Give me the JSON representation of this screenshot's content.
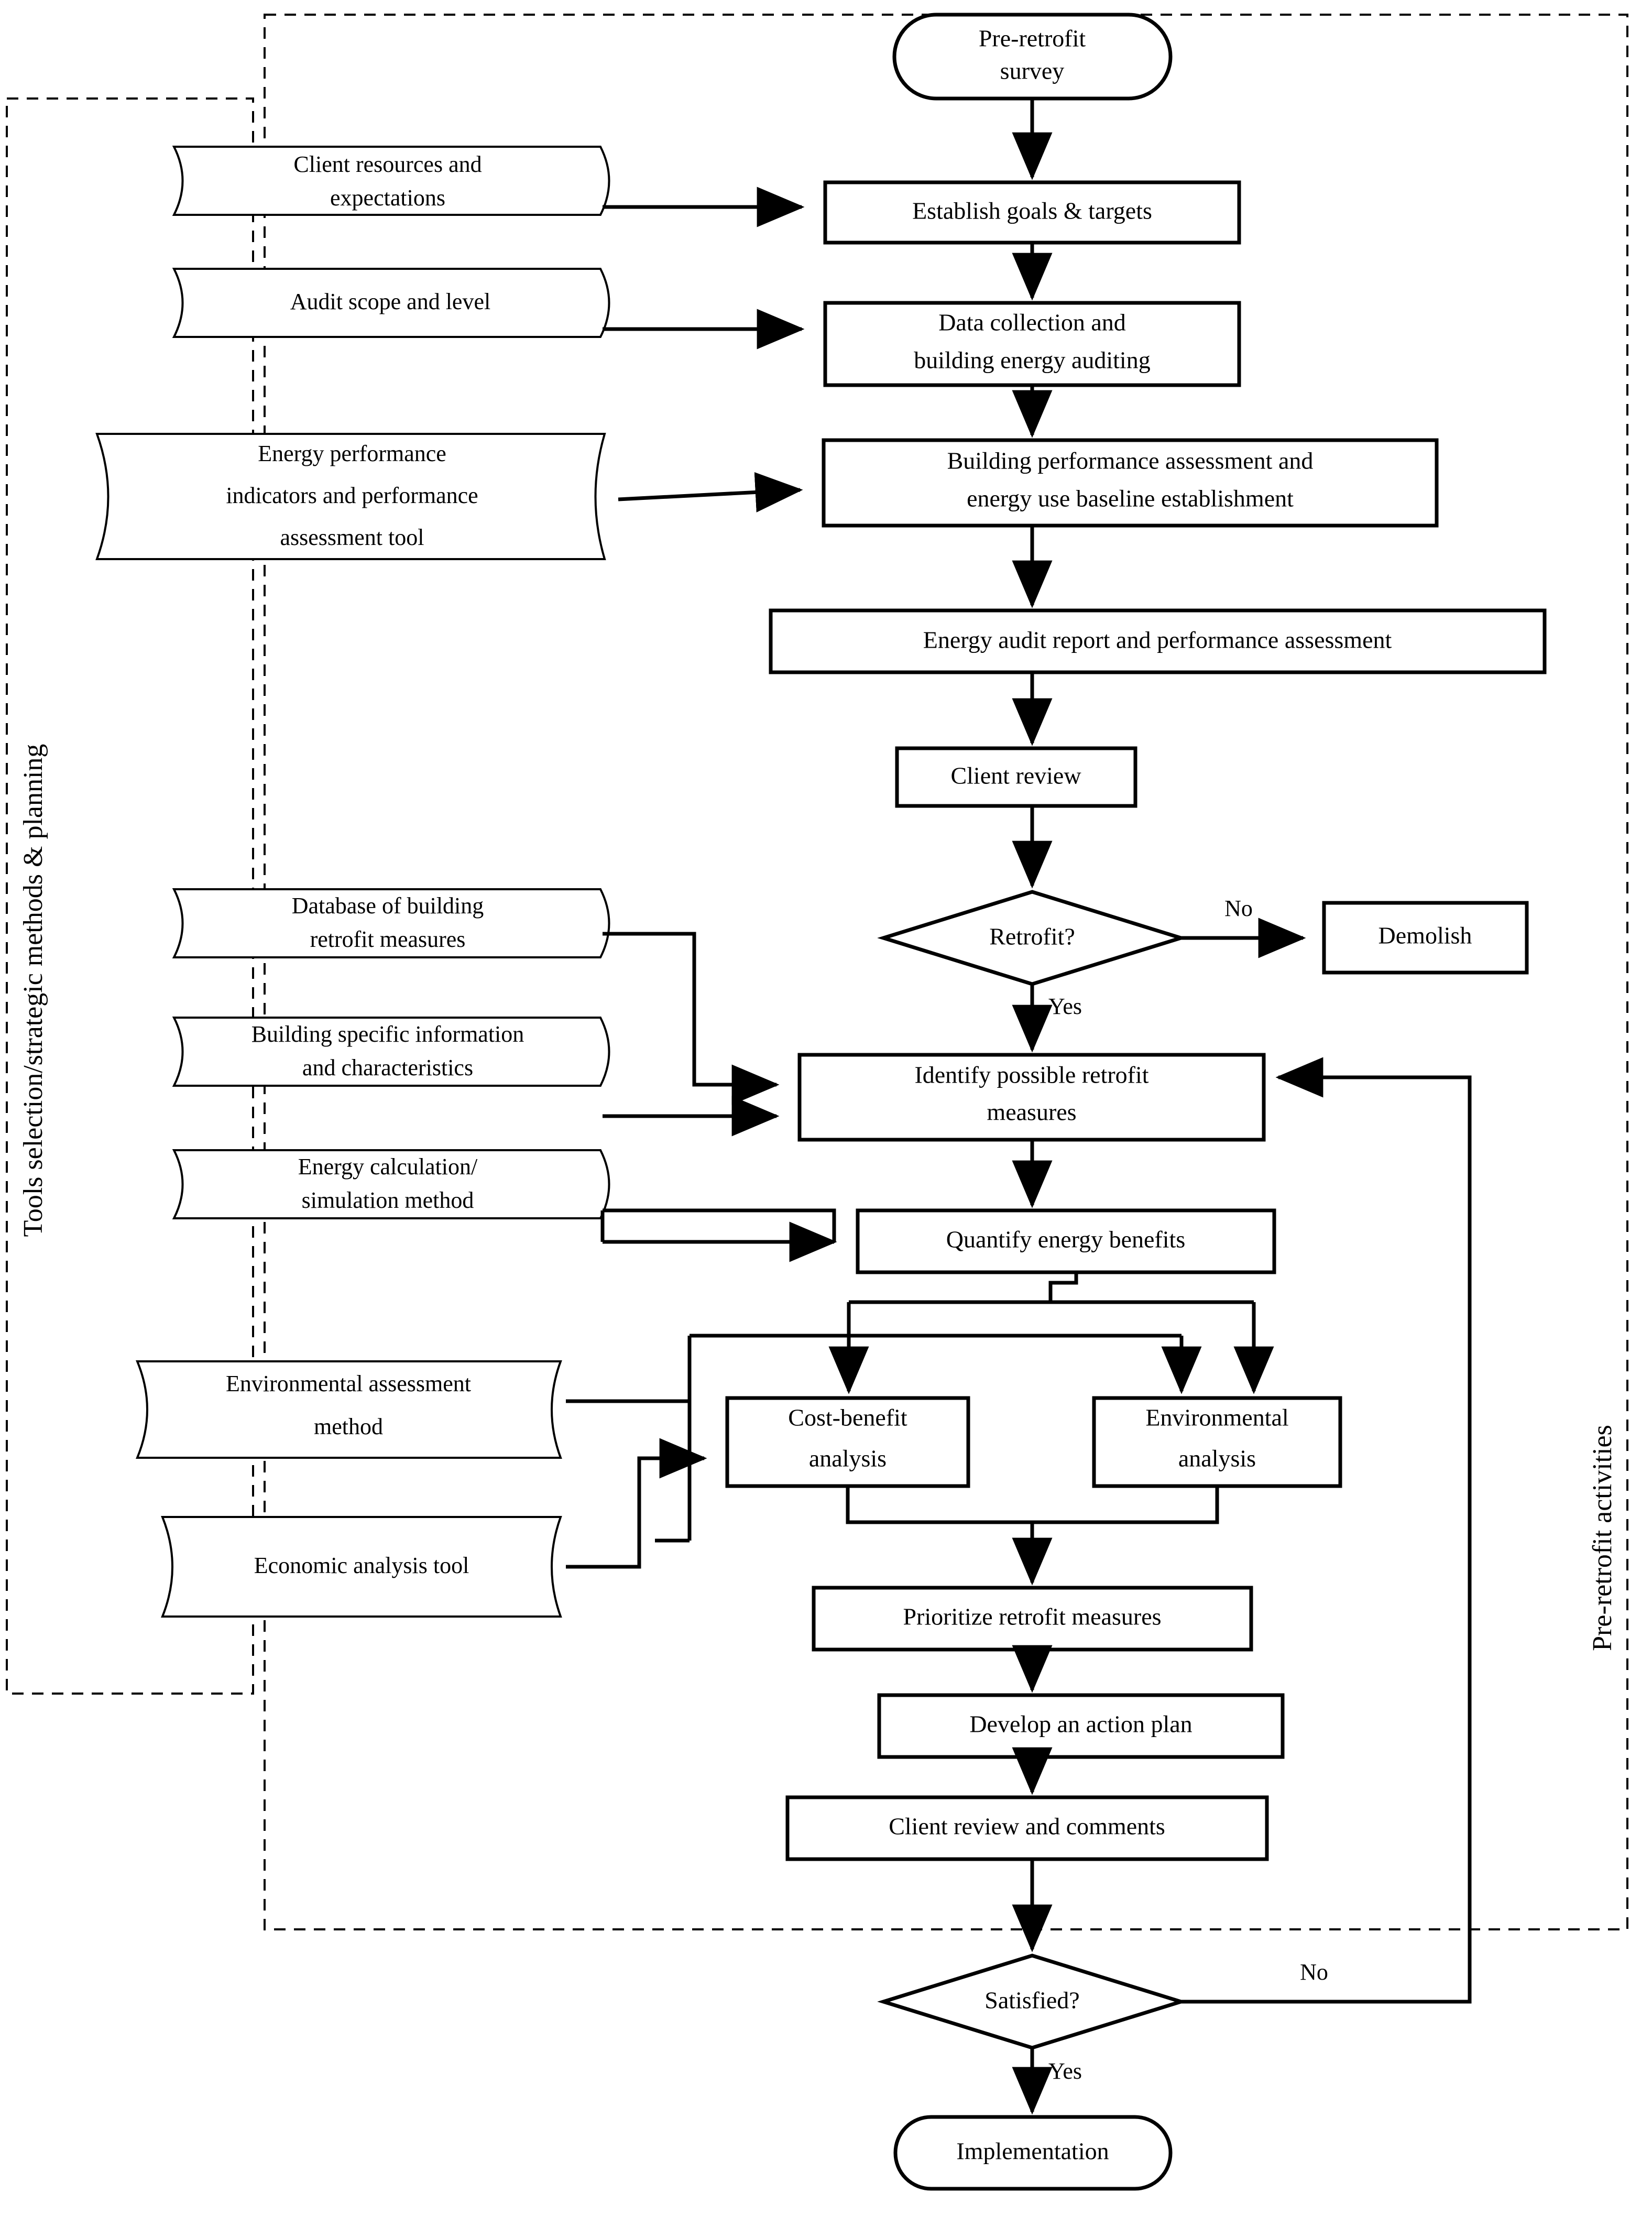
{
  "diagram": {
    "title": "Building retrofit pre-retrofit workflow flowchart",
    "group_labels": {
      "left": "Tools selection/strategic methods & planning",
      "right": "Pre-retrofit activities"
    },
    "terminators": [
      {
        "id": "pre-retrofit-survey",
        "label_line1": "Pre-retrofit",
        "label_line2": "survey"
      },
      {
        "id": "implementation",
        "label_line1": "Implementation",
        "label_line2": ""
      }
    ],
    "inputs": [
      {
        "id": "client-resources",
        "line1": "Client resources and",
        "line2": "expectations"
      },
      {
        "id": "audit-scope",
        "line1": "Audit scope and level",
        "line2": ""
      },
      {
        "id": "energy-performance-indicators",
        "line1": "Energy performance",
        "line2": "indicators and performance",
        "line3": "assessment tool"
      },
      {
        "id": "database-retrofit-measures",
        "line1": "Database of building",
        "line2": "retrofit measures"
      },
      {
        "id": "building-specific-info",
        "line1": "Building specific information",
        "line2": "and characteristics"
      },
      {
        "id": "energy-calculation",
        "line1": "Energy calculation/",
        "line2": "simulation method"
      },
      {
        "id": "environmental-assessment",
        "line1": "Environmental assessment",
        "line2": "method"
      },
      {
        "id": "economic-analysis-tool",
        "line1": "Economic analysis tool",
        "line2": ""
      }
    ],
    "processes": [
      {
        "id": "establish-goals",
        "line1": "Establish goals & targets",
        "line2": ""
      },
      {
        "id": "data-collection",
        "line1": "Data collection and",
        "line2": "building energy auditing"
      },
      {
        "id": "building-performance",
        "line1": "Building performance assessment and",
        "line2": "energy use baseline establishment"
      },
      {
        "id": "energy-audit-report",
        "line1": "Energy audit report and performance assessment",
        "line2": ""
      },
      {
        "id": "client-review",
        "line1": "Client review",
        "line2": ""
      },
      {
        "id": "demolish",
        "line1": "Demolish",
        "line2": ""
      },
      {
        "id": "identify-retrofit-measures",
        "line1": "Identify possible retrofit",
        "line2": "measures"
      },
      {
        "id": "quantify-energy-benefits",
        "line1": "Quantify energy benefits",
        "line2": ""
      },
      {
        "id": "cost-benefit-analysis",
        "line1": "Cost-benefit",
        "line2": "analysis"
      },
      {
        "id": "environmental-analysis",
        "line1": "Environmental",
        "line2": "analysis"
      },
      {
        "id": "prioritize-retrofit-measures",
        "line1": "Prioritize retrofit measures",
        "line2": ""
      },
      {
        "id": "develop-action-plan",
        "line1": "Develop an action plan",
        "line2": ""
      },
      {
        "id": "client-review-comments",
        "line1": "Client review and comments",
        "line2": ""
      }
    ],
    "decisions": [
      {
        "id": "retrofit-decision",
        "label": "Retrofit?",
        "yes": "Yes",
        "no": "No"
      },
      {
        "id": "satisfied-decision",
        "label": "Satisfied?",
        "yes": "Yes",
        "no": "No"
      }
    ],
    "edge_labels": {
      "retrofit_no": "No",
      "retrofit_yes": "Yes",
      "satisfied_no": "No",
      "satisfied_yes": "Yes"
    },
    "colors": {
      "stroke": "#000000",
      "fill": "#ffffff",
      "background": "#ffffff"
    }
  }
}
